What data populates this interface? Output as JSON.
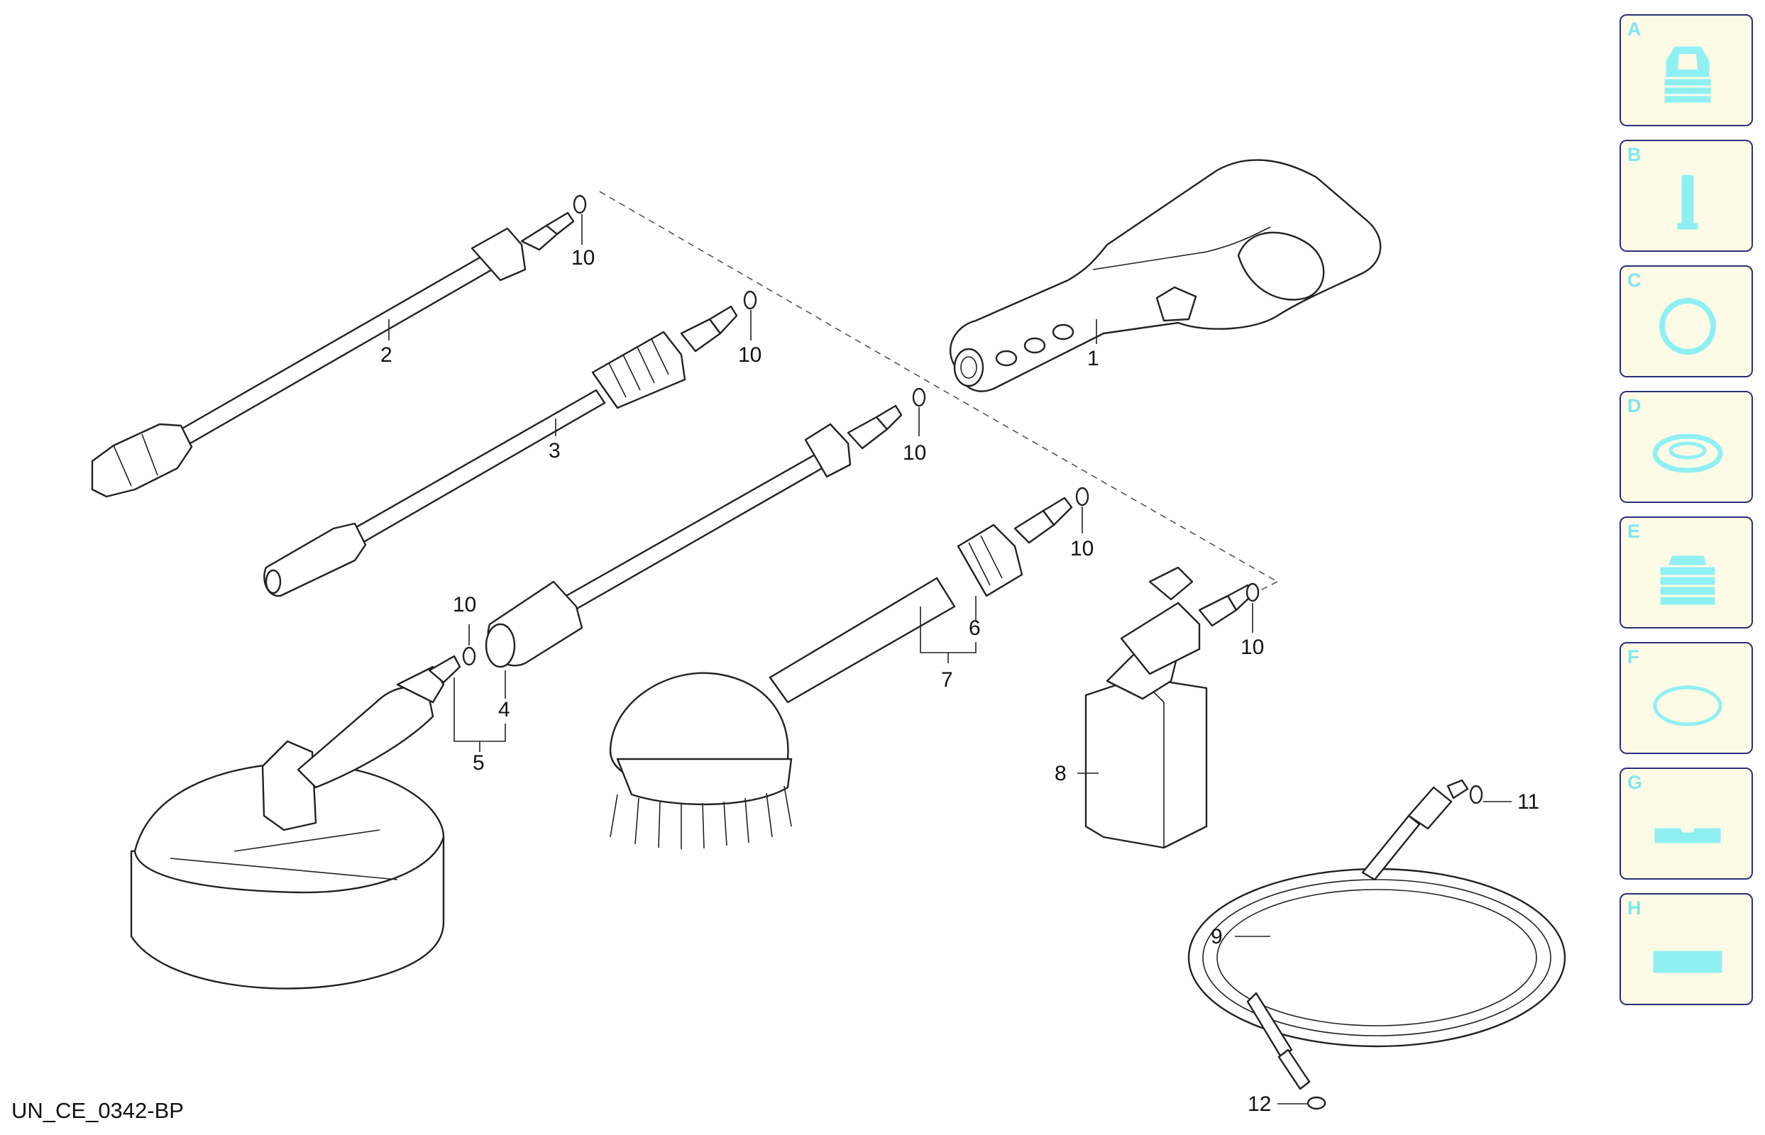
{
  "drawing_code": "UN_CE_0342-BP",
  "callouts": {
    "c1": "1",
    "c2": "2",
    "c3": "3",
    "c4": "4",
    "c5": "5",
    "c6": "6",
    "c7": "7",
    "c8": "8",
    "c9": "9",
    "c10a": "10",
    "c10b": "10",
    "c10c": "10",
    "c10d": "10",
    "c10e": "10",
    "c10f": "10",
    "c11": "11",
    "c12": "12"
  },
  "legend": [
    {
      "letter": "A",
      "icon": "quick-coupler-icon"
    },
    {
      "letter": "B",
      "icon": "nipple-icon"
    },
    {
      "letter": "C",
      "icon": "o-ring-icon"
    },
    {
      "letter": "D",
      "icon": "flat-seal-icon"
    },
    {
      "letter": "E",
      "icon": "threaded-sleeve-icon"
    },
    {
      "letter": "F",
      "icon": "gasket-icon"
    },
    {
      "letter": "G",
      "icon": "slotted-plate-icon"
    },
    {
      "letter": "H",
      "icon": "block-icon"
    }
  ],
  "colors": {
    "legend_border": "#2b2f7a",
    "legend_fill": "#fdfbe6",
    "legend_icon": "#8ff0f4"
  }
}
